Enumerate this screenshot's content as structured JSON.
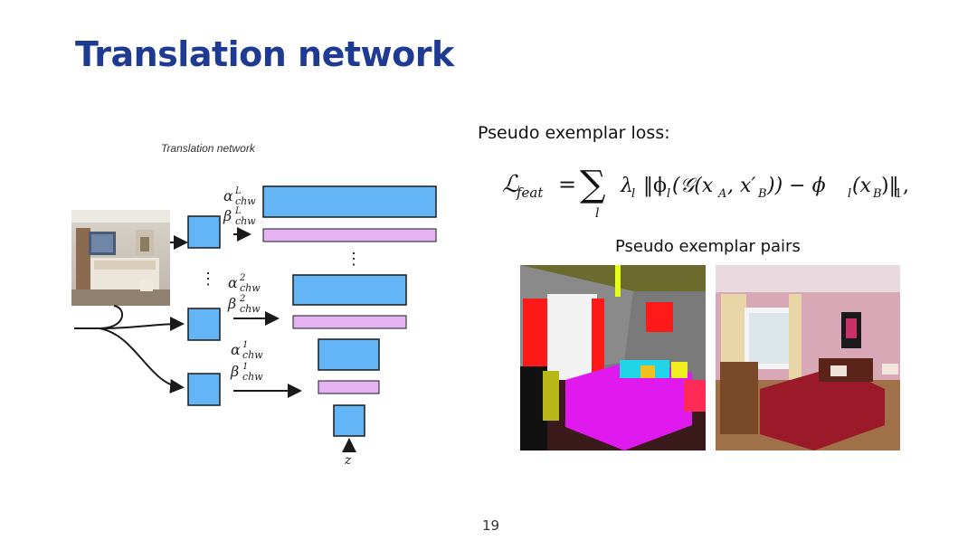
{
  "slide": {
    "title": "Translation network",
    "page_number": "19"
  },
  "diagram": {
    "caption": "Translation network",
    "labels": {
      "alpha": "α",
      "beta": "β",
      "sub": "chw",
      "sup_L": "L",
      "sup_2": "2",
      "sup_1": "1",
      "z": "z",
      "dots": "⋮"
    },
    "colors": {
      "feature_block": "#64b5f6",
      "modulation_bar": "#e6b3f2",
      "stroke": "#1a1a1a"
    }
  },
  "loss": {
    "label": "Pseudo exemplar loss:",
    "lhs": "ℒ",
    "lhs_sub": "feat",
    "eq": "=",
    "sum_symbol": "∑",
    "sum_index": "l",
    "lambda": "λ",
    "lambda_sub": "l",
    "body": "‖ϕ",
    "body_sub": "l",
    "args": "(𝒢(x",
    "A": "A",
    "comma": ", x′",
    "B1": "B",
    "minus": ")) − ϕ",
    "phi_sub": "l",
    "tail": "(x",
    "B2": "B",
    "close": ")‖",
    "norm_sub": "1",
    "end": ","
  },
  "pairs": {
    "label": "Pseudo exemplar pairs"
  }
}
